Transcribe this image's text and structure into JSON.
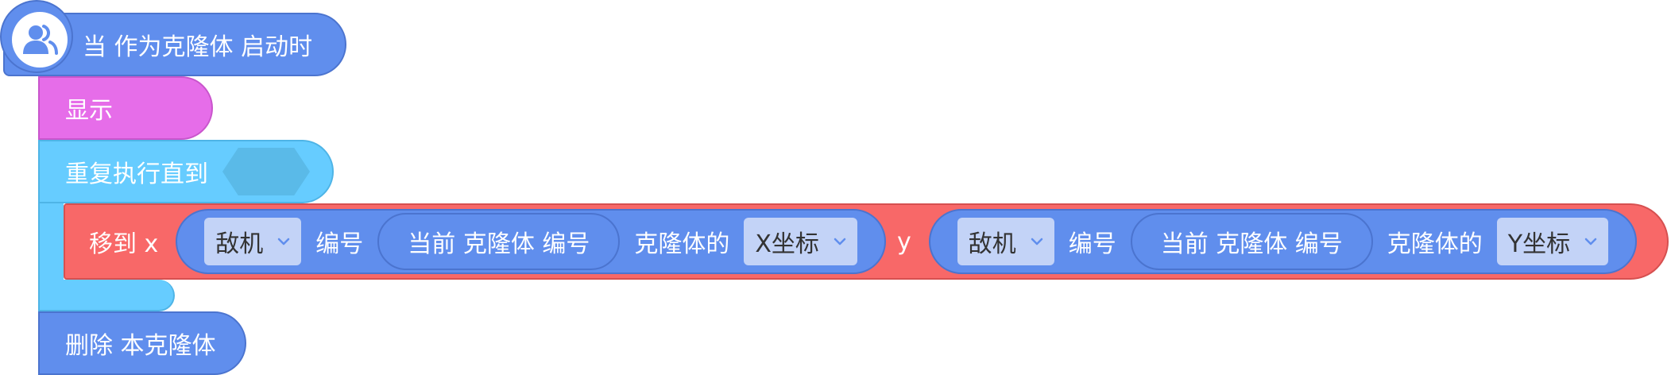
{
  "hat": {
    "label": "当 作为克隆体 启动时",
    "icon": "users-icon"
  },
  "show_block": {
    "label": "显示"
  },
  "repeat_block": {
    "label": "重复执行直到"
  },
  "move_block": {
    "label": "移到 x",
    "y_label": "y",
    "x_reporter": {
      "target": "敌机",
      "number_label": "编号",
      "inner": "当前 克隆体 编号",
      "of_label": "克隆体的",
      "property": "X坐标"
    },
    "y_reporter": {
      "target": "敌机",
      "number_label": "编号",
      "inner": "当前 克隆体 编号",
      "of_label": "克隆体的",
      "property": "Y坐标"
    }
  },
  "delete_block": {
    "label": "删除 本克隆体"
  },
  "colors": {
    "event": "#608eed",
    "looks": "#e66de9",
    "control": "#66ccff",
    "motion": "#f86868",
    "dropdown": "#c3d3f7"
  }
}
